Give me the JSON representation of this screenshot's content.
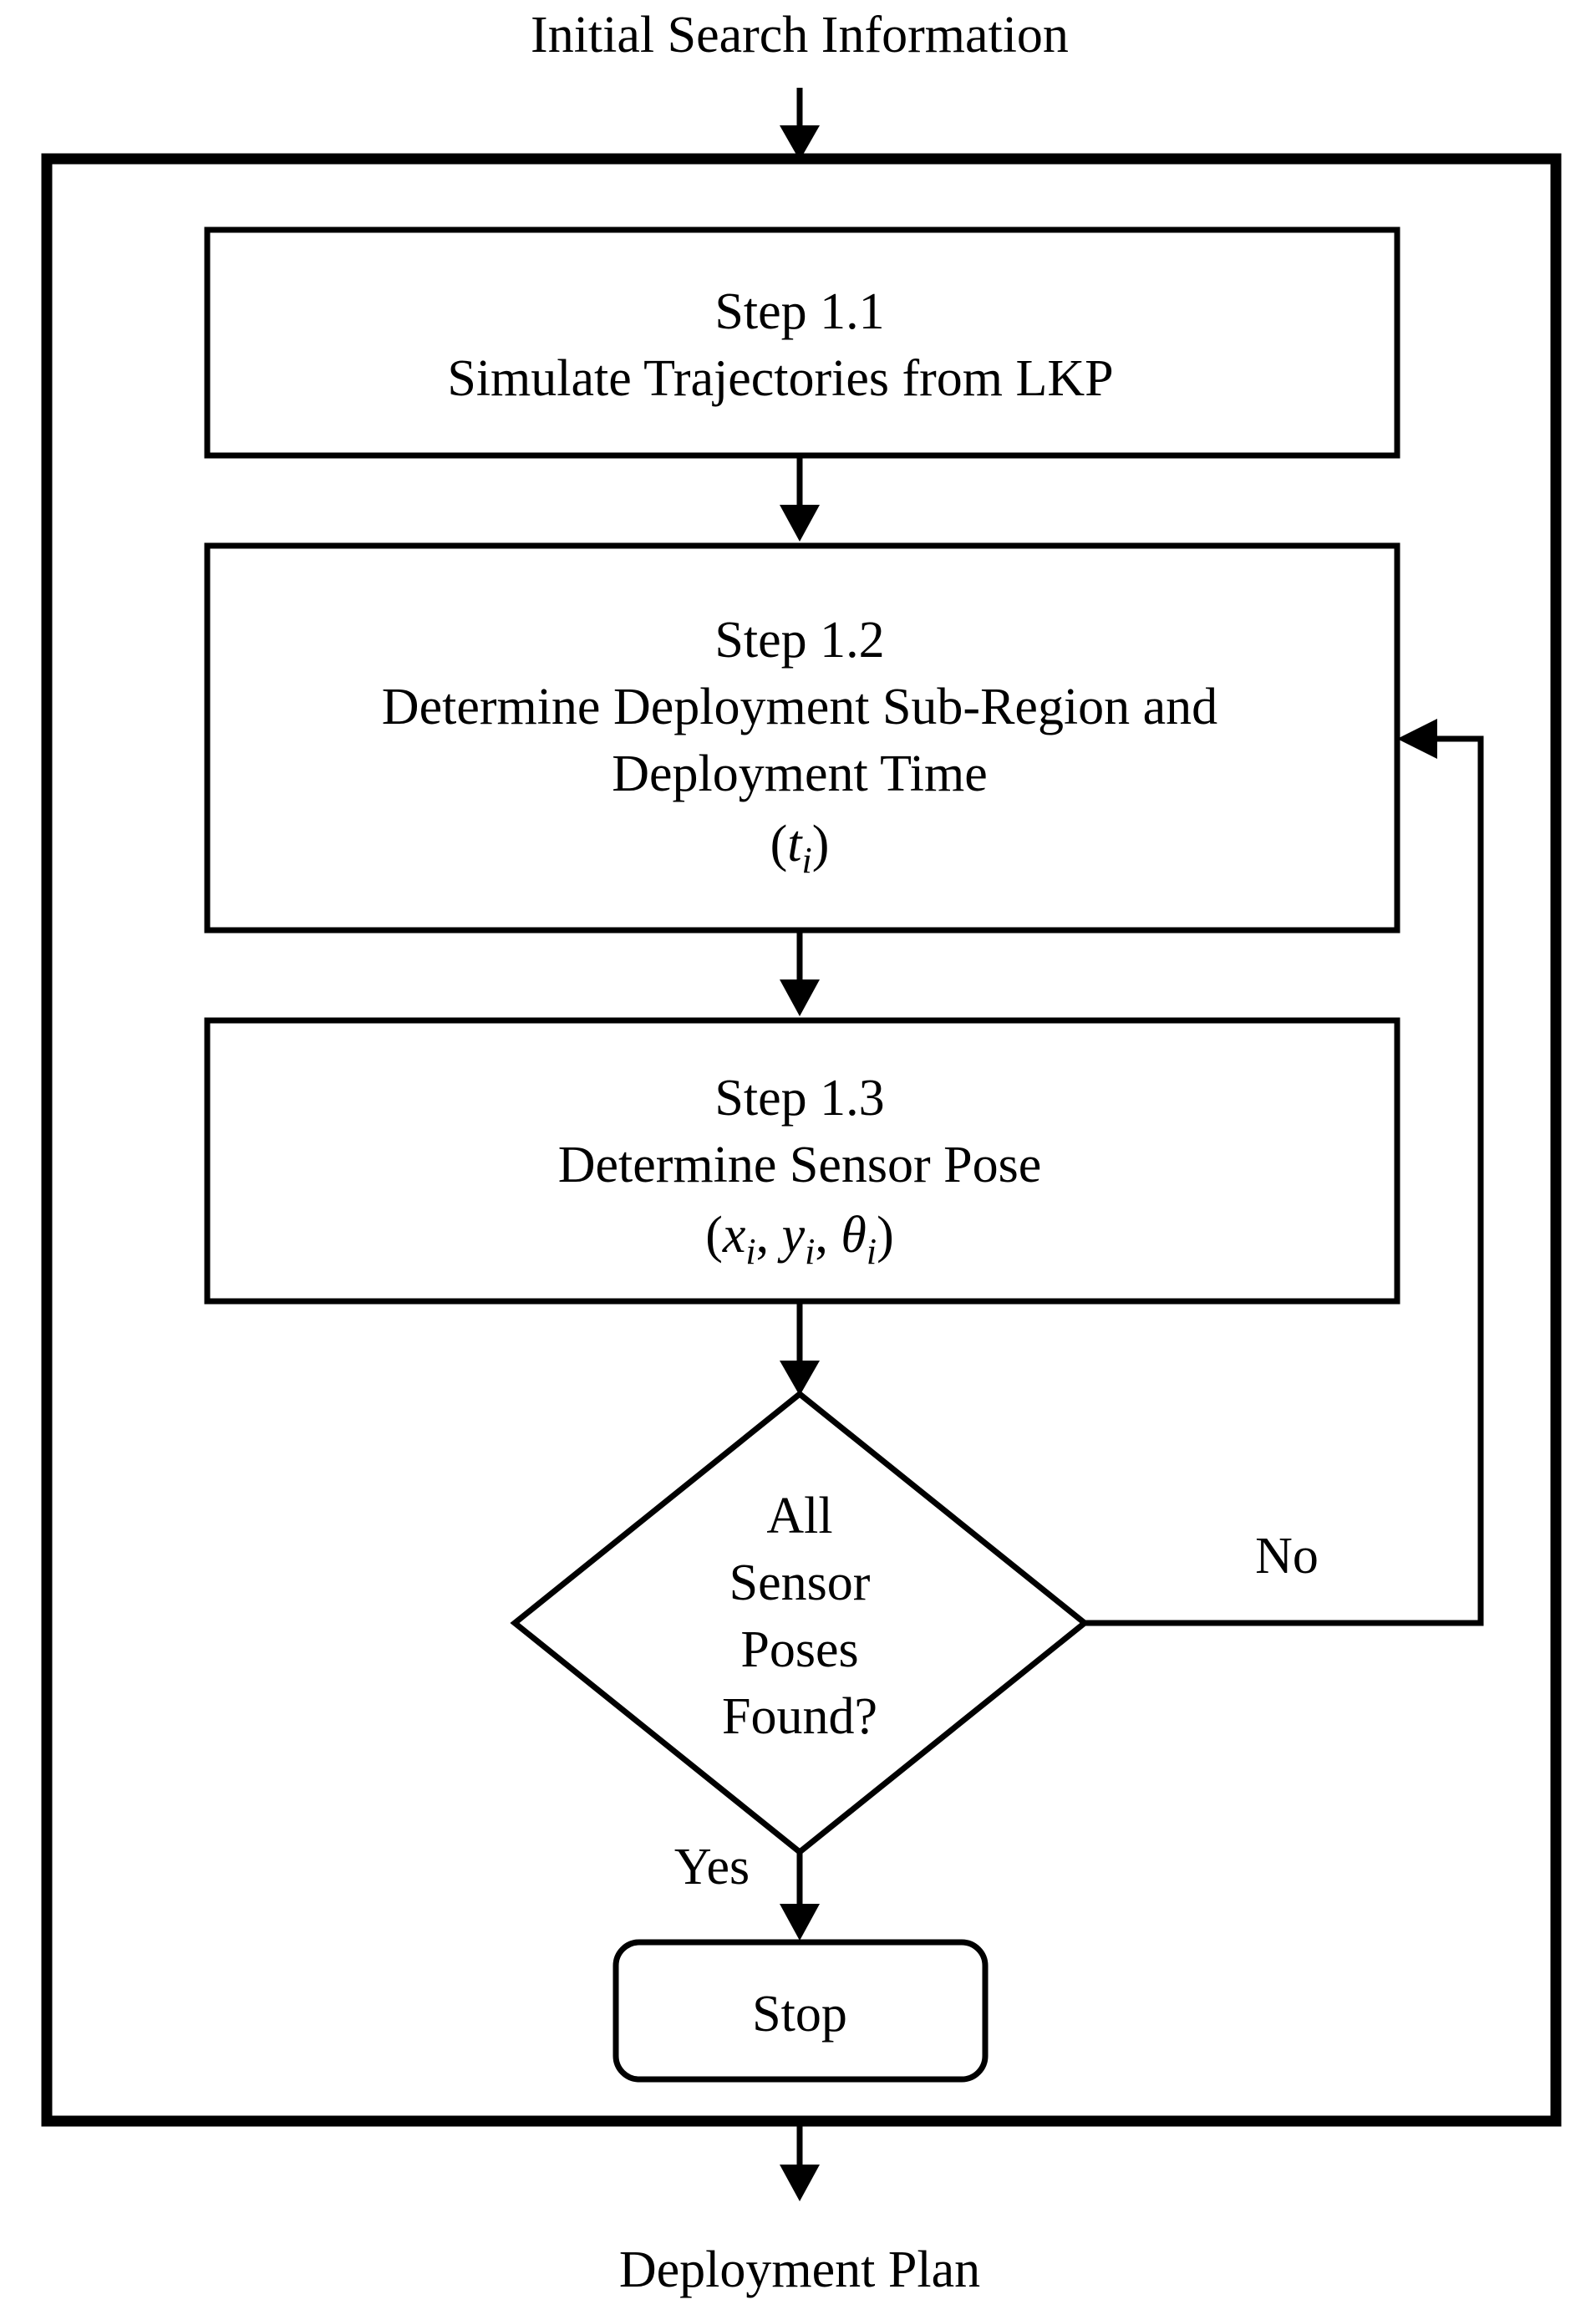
{
  "input_label": "Initial Search Information",
  "output_label": "Deployment Plan",
  "steps": [
    {
      "title": "Step 1.1",
      "lines": [
        "Simulate Trajectories from LKP"
      ]
    },
    {
      "title": "Step 1.2",
      "lines": [
        "Determine Deployment Sub-Region and",
        "Deployment Time"
      ],
      "math": {
        "open": "(",
        "var": "t",
        "sub": "i",
        "close": ")"
      }
    },
    {
      "title": "Step 1.3",
      "lines": [
        "Determine Sensor Pose"
      ],
      "math": {
        "open": "(",
        "terms": [
          {
            "var": "x",
            "sub": "i"
          },
          {
            "var": "y",
            "sub": "i"
          },
          {
            "var": "θ",
            "sub": "i"
          }
        ],
        "separator": ", ",
        "close": ")"
      }
    }
  ],
  "decision": {
    "lines": [
      "All",
      "Sensor",
      "Poses",
      "Found?"
    ],
    "no_label": "No",
    "yes_label": "Yes"
  },
  "terminator": {
    "label": "Stop"
  }
}
